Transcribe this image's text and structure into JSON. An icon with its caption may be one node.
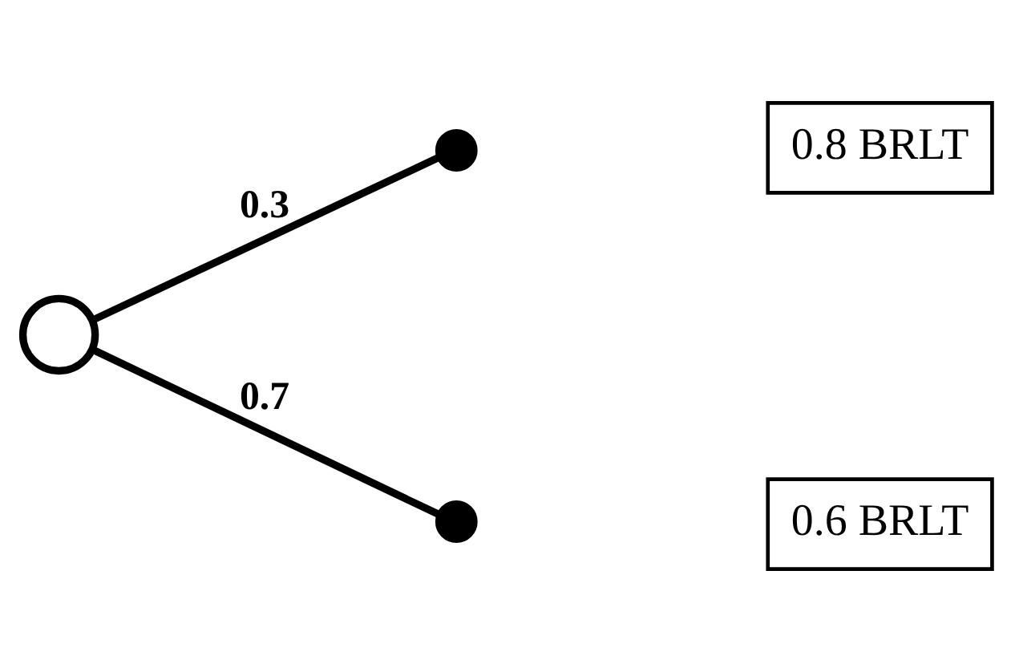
{
  "diagram": {
    "nodes": [
      {
        "text": [],
        "shape": "circle"
      },
      {
        "text": [],
        "shape": "dot"
      },
      {
        "text": [],
        "shape": "dot"
      },
      {
        "text": [
          "0.8 BRLT"
        ]
      },
      {
        "text": [
          "0.6 BRLT"
        ]
      }
    ],
    "edges": [
      {
        "from": 0,
        "to": 1,
        "arrow": "none",
        "label": "0.3"
      },
      {
        "from": 0,
        "to": 2,
        "arrow": "none",
        "label": "0.7"
      }
    ]
  }
}
